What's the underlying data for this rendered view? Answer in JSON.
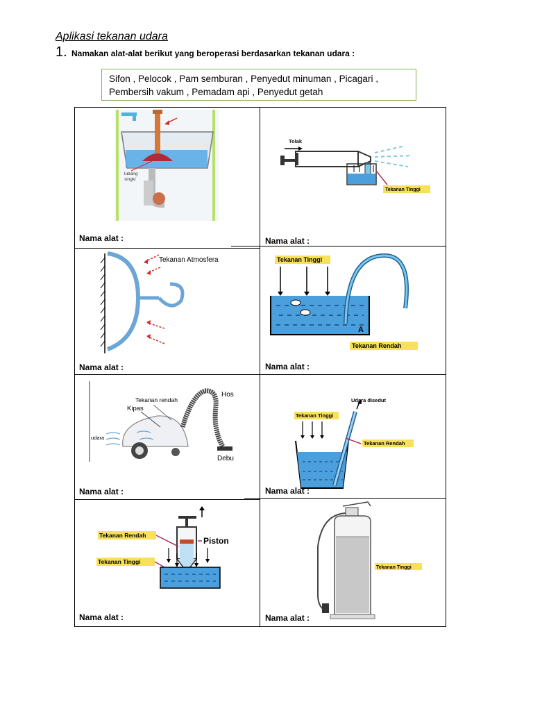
{
  "header": {
    "title": "Aplikasi tekanan udara",
    "question_number": "1.",
    "question_text": "Namakan  alat-alat berikut  yang beroperasi berdasarkan tekanan udara :"
  },
  "word_bank": {
    "line1": "Sifon , Pelocok , Pam semburan , Penyedut minuman , Picagari ,",
    "line2": "  Pembersih vakum ,   Pemadam api  ,    Penyedut getah"
  },
  "cells": [
    {
      "label": "Nama alat :",
      "annotations": [
        "lubang",
        "singki"
      ]
    },
    {
      "label": "Nama alat :",
      "annotations": [
        "Tolak",
        "Tekanan Tinggi"
      ]
    },
    {
      "label": "Nama alat :",
      "annotations": [
        "Tekanan Atmosfera"
      ]
    },
    {
      "label": "Nama alat :",
      "annotations": [
        "Tekanan Tinggi",
        "Tekanan Rendah",
        "A"
      ]
    },
    {
      "label": "Nama alat :",
      "annotations": [
        "Tekanan rendah",
        "Kipas",
        "udara",
        "Hos",
        "Debu"
      ]
    },
    {
      "label": "Nama alat :",
      "annotations": [
        "Udara disedut",
        "Tekanan Tinggi",
        "Tekanan Rendah"
      ]
    },
    {
      "label": "Nama alat :",
      "annotations": [
        "Tekanan Rendah",
        "Piston",
        "Tekanan Tinggi"
      ]
    },
    {
      "label": "Nama alat :",
      "annotations": [
        "Tekanan Tinggi"
      ]
    }
  ],
  "colors": {
    "water": "#4a9fdc",
    "plunger": "#b22a3a",
    "label_bg": "#f7e05a",
    "arrow_red": "#d22a2a",
    "box_border": "#7fb05a"
  }
}
